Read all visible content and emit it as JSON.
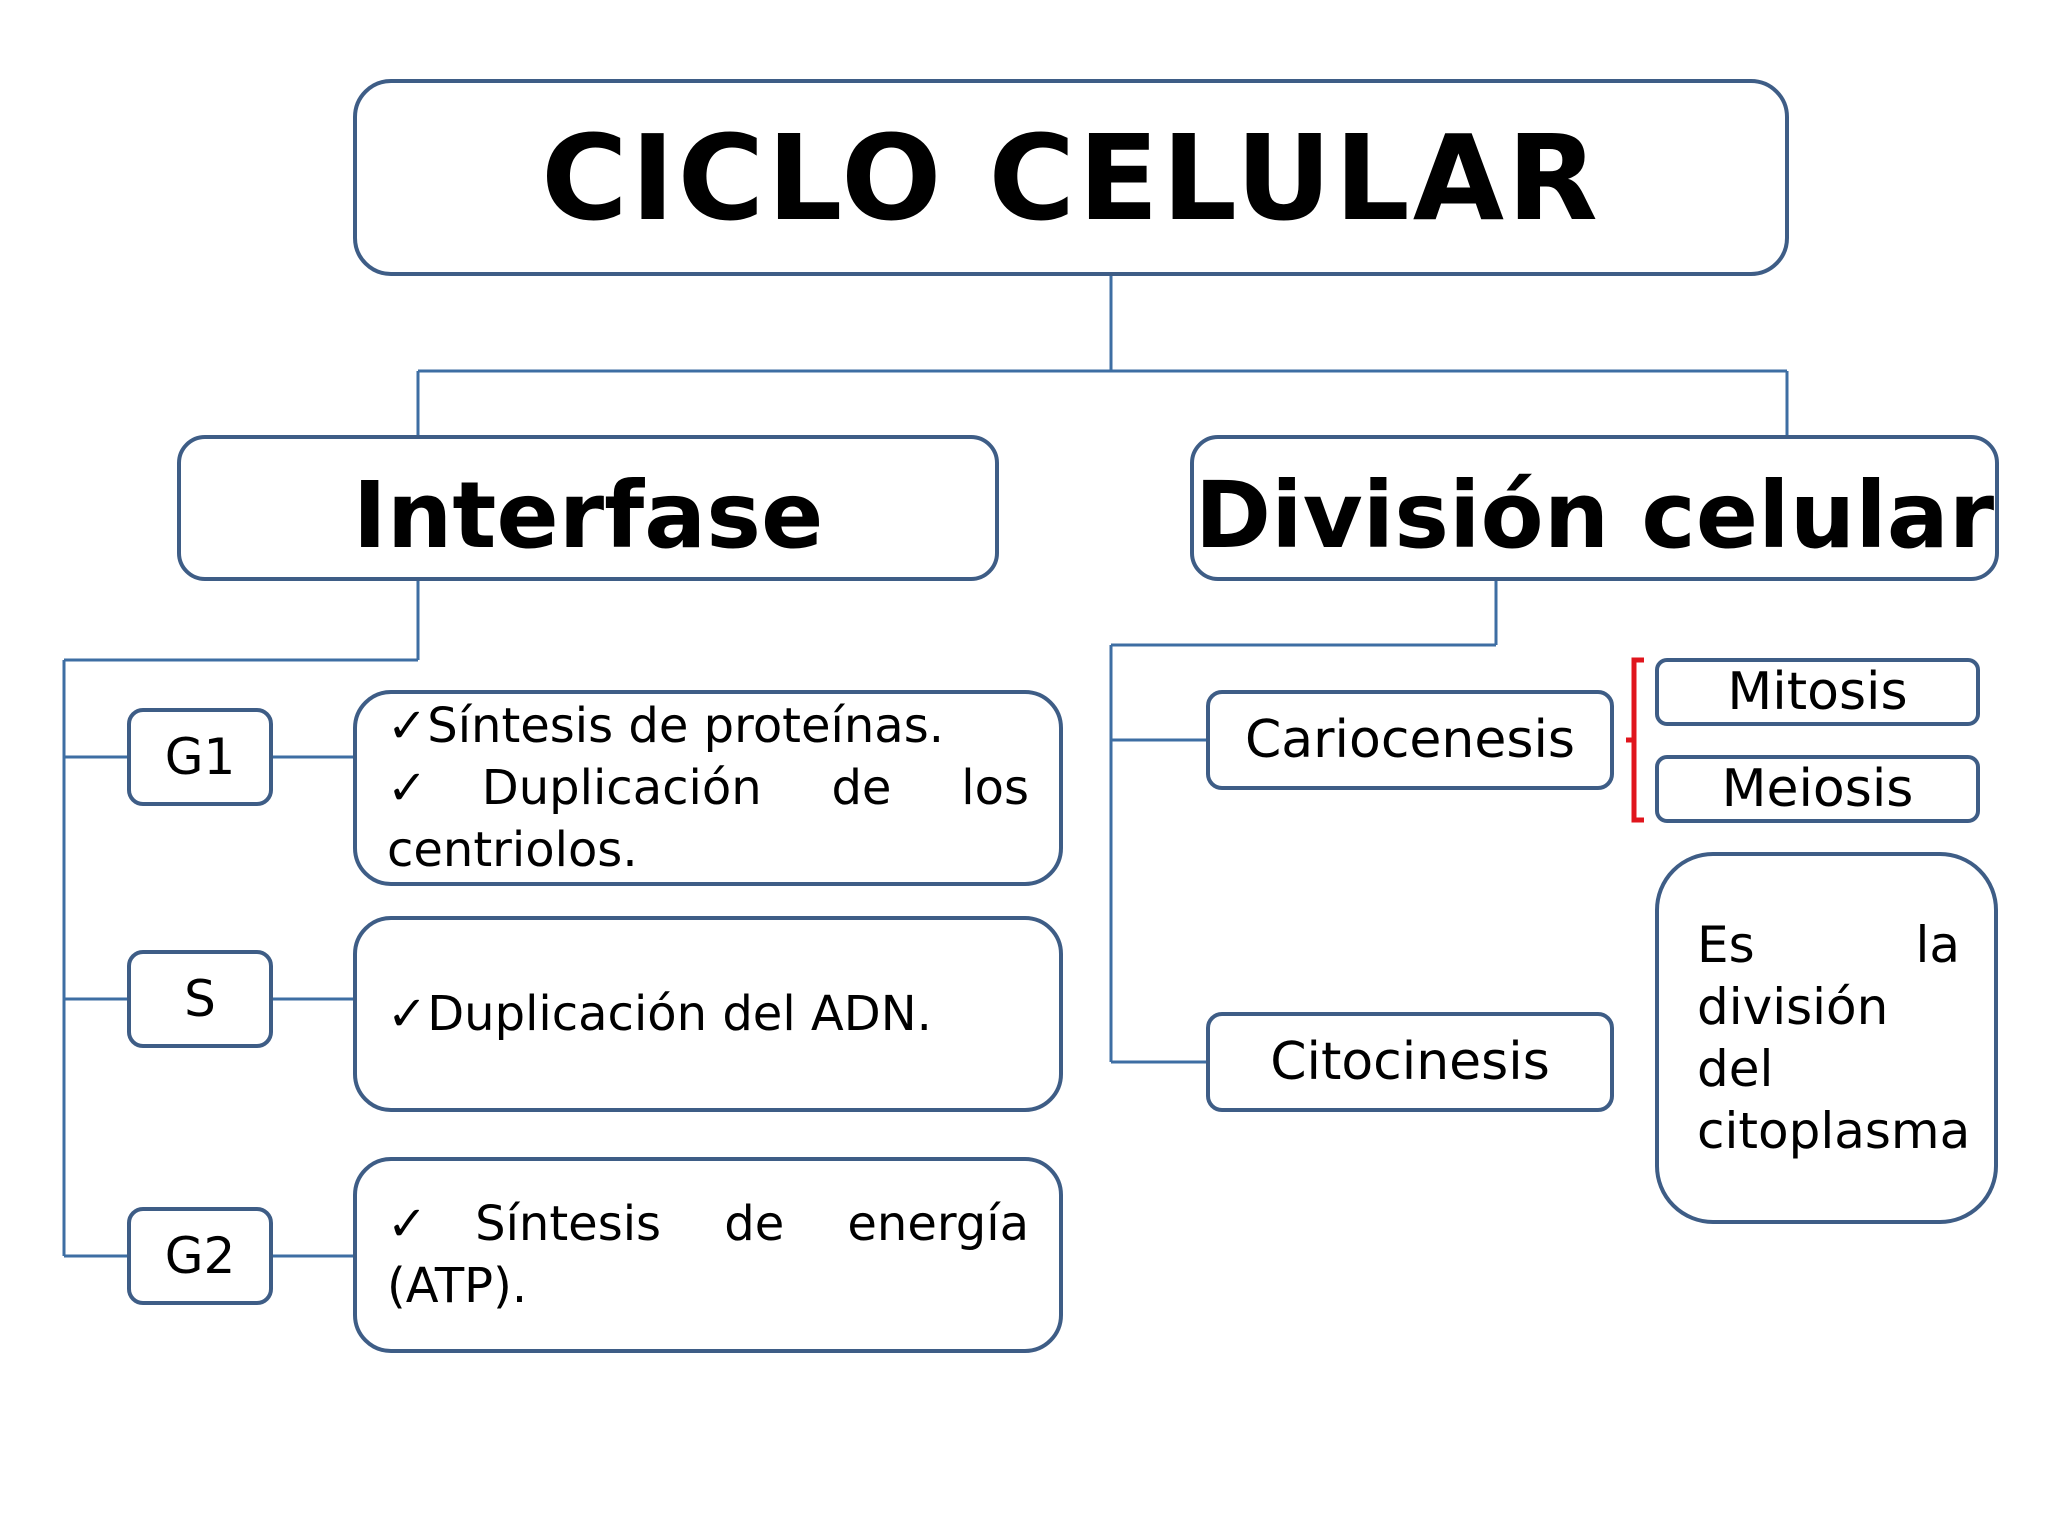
{
  "title": "CICLO CELULAR",
  "interfase": {
    "label": "Interfase",
    "phases": [
      {
        "name": "G1",
        "text": "✓Síntesis de proteínas.\n✓Duplicación de los centriolos."
      },
      {
        "name": "S",
        "text": "✓Duplicación del ADN."
      },
      {
        "name": "G2",
        "text": "✓Síntesis de energía (ATP)."
      }
    ]
  },
  "division": {
    "label": "División celular",
    "cariocenesis": {
      "label": "Cariocenesis",
      "types": [
        "Mitosis",
        "Meiosis"
      ]
    },
    "citocinesis": {
      "label": "Citocinesis",
      "definition": "Es la división del citoplasma"
    }
  },
  "colors": {
    "box_border": "#3e5d86",
    "connector": "#3e6ea3",
    "brace": "#e0151d"
  }
}
